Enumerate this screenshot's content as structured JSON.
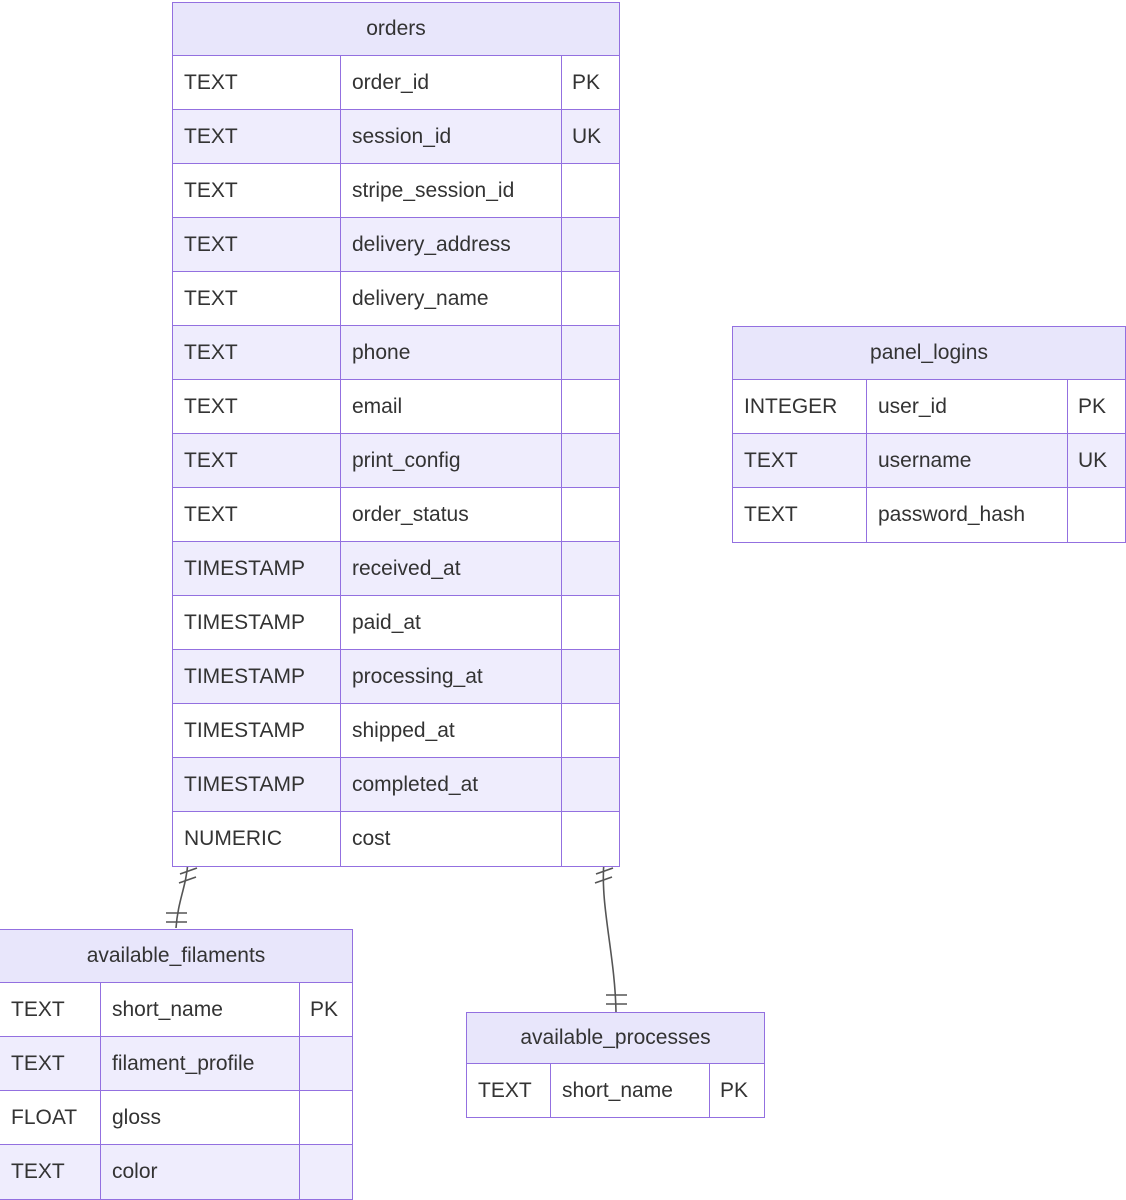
{
  "diagram": {
    "type": "entity-relationship-diagram",
    "notation": "crow's-foot",
    "colors": {
      "border": "#9370e0",
      "header_fill": "#e8e6fb",
      "row_alt_fill": "#efedfd",
      "row_fill": "#ffffff",
      "text": "#333333",
      "edge": "#555555",
      "background": "#ffffff"
    }
  },
  "entities": [
    {
      "id": "orders",
      "name": "orders",
      "attributes": [
        {
          "type": "TEXT",
          "name": "order_id",
          "key": "PK"
        },
        {
          "type": "TEXT",
          "name": "session_id",
          "key": "UK"
        },
        {
          "type": "TEXT",
          "name": "stripe_session_id",
          "key": ""
        },
        {
          "type": "TEXT",
          "name": "delivery_address",
          "key": ""
        },
        {
          "type": "TEXT",
          "name": "delivery_name",
          "key": ""
        },
        {
          "type": "TEXT",
          "name": "phone",
          "key": ""
        },
        {
          "type": "TEXT",
          "name": "email",
          "key": ""
        },
        {
          "type": "TEXT",
          "name": "print_config",
          "key": ""
        },
        {
          "type": "TEXT",
          "name": "order_status",
          "key": ""
        },
        {
          "type": "TIMESTAMP",
          "name": "received_at",
          "key": ""
        },
        {
          "type": "TIMESTAMP",
          "name": "paid_at",
          "key": ""
        },
        {
          "type": "TIMESTAMP",
          "name": "processing_at",
          "key": ""
        },
        {
          "type": "TIMESTAMP",
          "name": "shipped_at",
          "key": ""
        },
        {
          "type": "TIMESTAMP",
          "name": "completed_at",
          "key": ""
        },
        {
          "type": "NUMERIC",
          "name": "cost",
          "key": ""
        }
      ]
    },
    {
      "id": "panel_logins",
      "name": "panel_logins",
      "attributes": [
        {
          "type": "INTEGER",
          "name": "user_id",
          "key": "PK"
        },
        {
          "type": "TEXT",
          "name": "username",
          "key": "UK"
        },
        {
          "type": "TEXT",
          "name": "password_hash",
          "key": ""
        }
      ]
    },
    {
      "id": "available_filaments",
      "name": "available_filaments",
      "attributes": [
        {
          "type": "TEXT",
          "name": "short_name",
          "key": "PK"
        },
        {
          "type": "TEXT",
          "name": "filament_profile",
          "key": ""
        },
        {
          "type": "FLOAT",
          "name": "gloss",
          "key": ""
        },
        {
          "type": "TEXT",
          "name": "color",
          "key": ""
        }
      ]
    },
    {
      "id": "available_processes",
      "name": "available_processes",
      "attributes": [
        {
          "type": "TEXT",
          "name": "short_name",
          "key": "PK"
        }
      ]
    }
  ],
  "relationships": [
    {
      "id": "orders-available_filaments",
      "from": "orders",
      "to": "available_filaments",
      "from_cardinality": "exactly-one",
      "to_cardinality": "exactly-one"
    },
    {
      "id": "orders-available_processes",
      "from": "orders",
      "to": "available_processes",
      "from_cardinality": "exactly-one",
      "to_cardinality": "exactly-one"
    }
  ]
}
